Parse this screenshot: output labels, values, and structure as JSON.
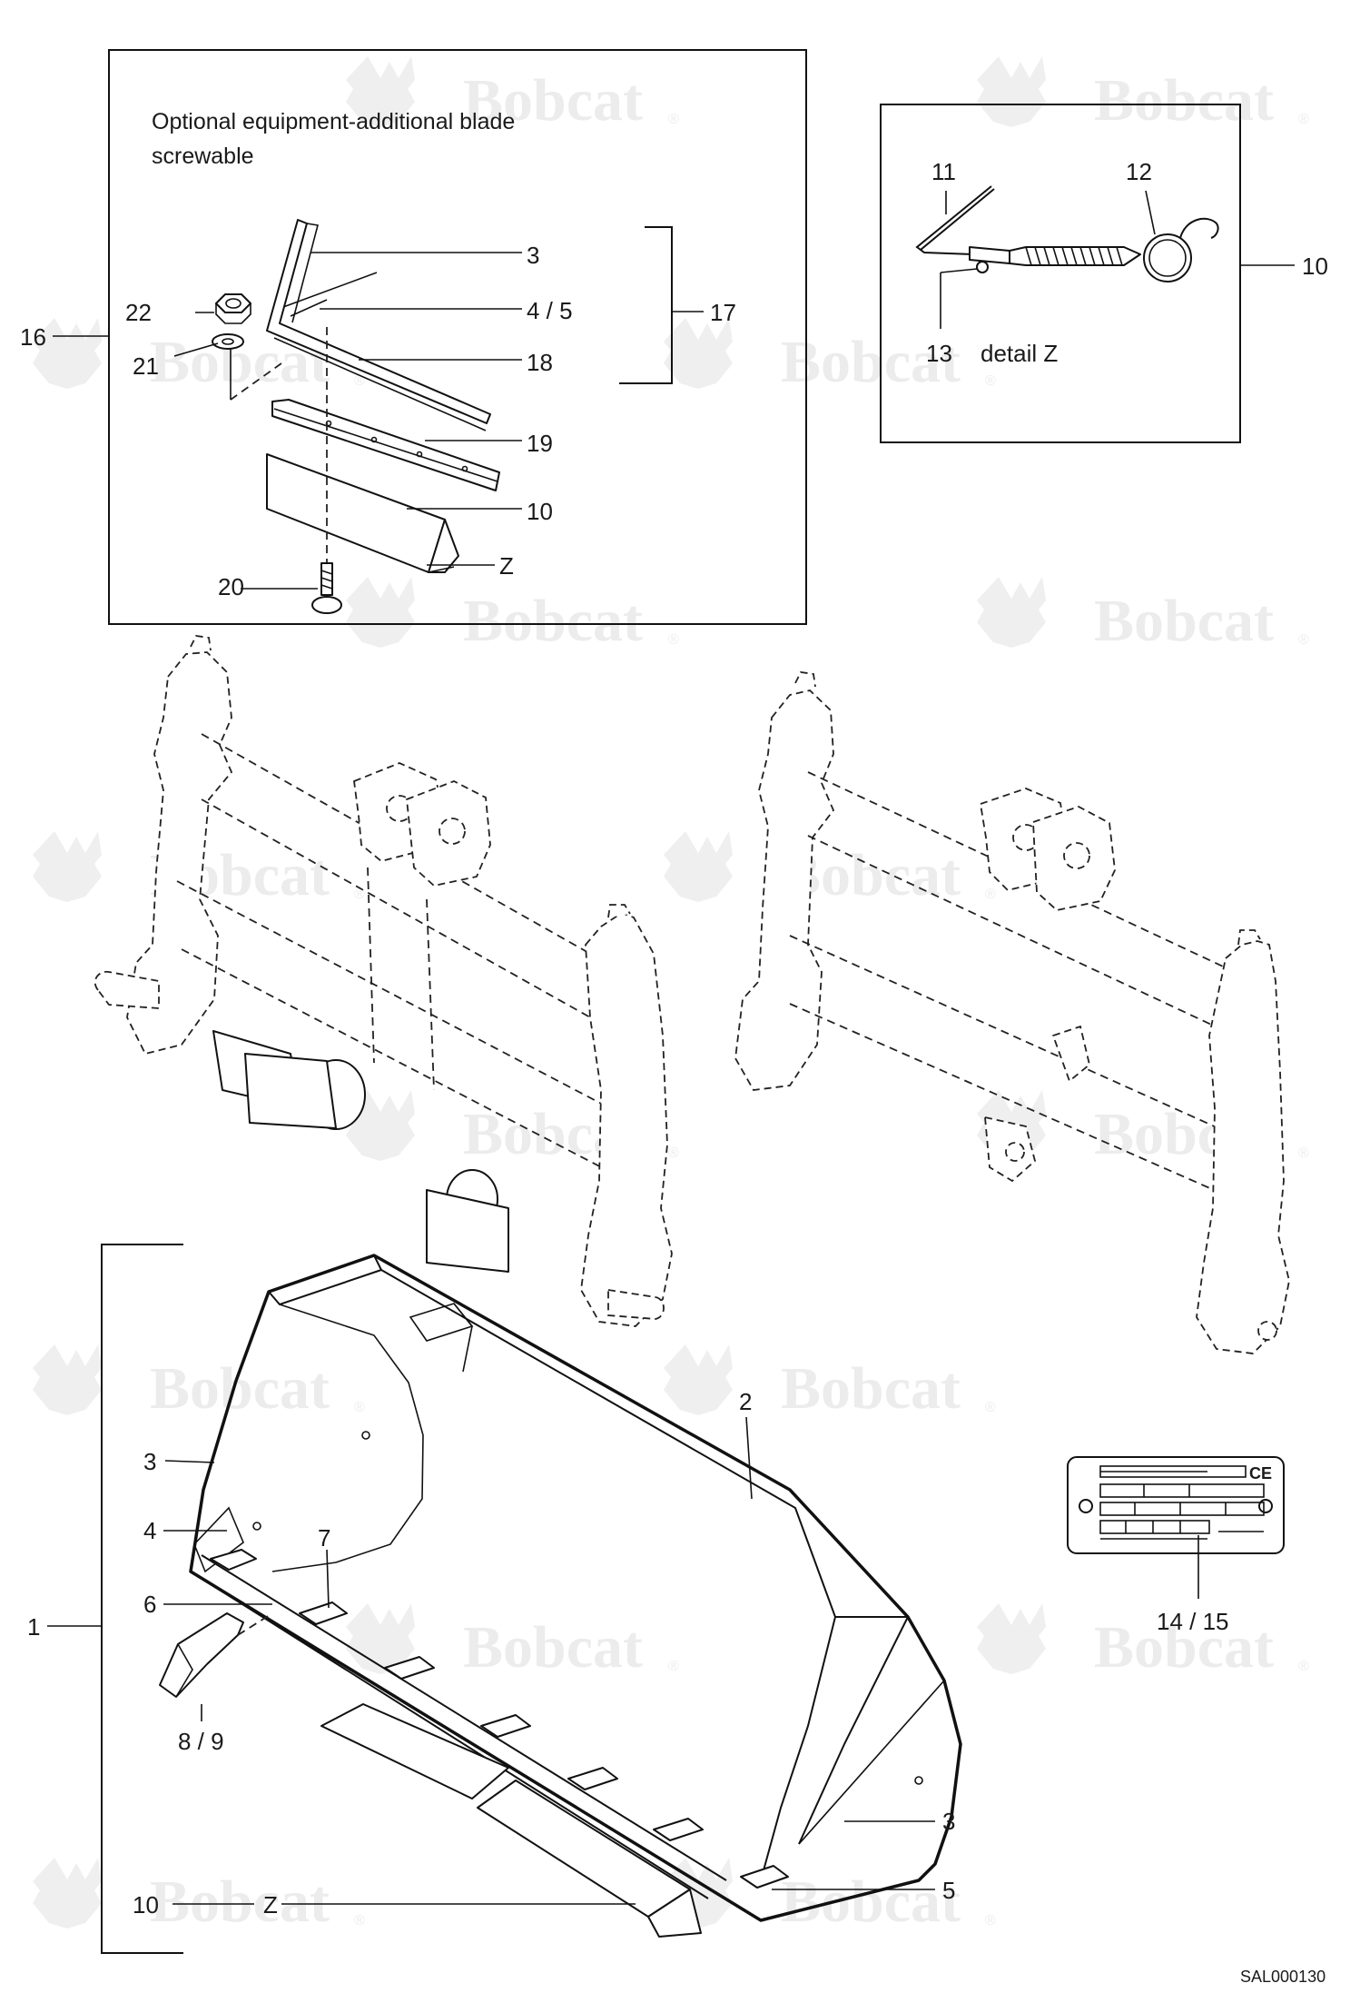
{
  "inset_optional": {
    "caption_line1": "Optional equipment-additional blade",
    "caption_line2": "screwable",
    "labels": {
      "l3": "3",
      "l45": "4 / 5",
      "l17": "17",
      "l22": "22",
      "l16": "16",
      "l21": "21",
      "l18": "18",
      "l19": "19",
      "l10": "10",
      "lz": "Z",
      "l20": "20"
    }
  },
  "inset_detail": {
    "labels": {
      "l11": "11",
      "l12": "12",
      "l10": "10",
      "l13": "13",
      "detail": "detail Z"
    }
  },
  "bucket": {
    "labels": {
      "l1": "1",
      "l2": "2",
      "l3a": "3",
      "l4": "4",
      "l7": "7",
      "l6": "6",
      "l89": "8 / 9",
      "l3b": "3",
      "l5": "5",
      "l10": "10",
      "lz": "Z"
    }
  },
  "nameplate": {
    "label": "14 / 15",
    "ce_mark": "CE"
  },
  "watermark": {
    "text": "Bobcat",
    "reg": "®"
  },
  "drawing_id": "SAL000130"
}
